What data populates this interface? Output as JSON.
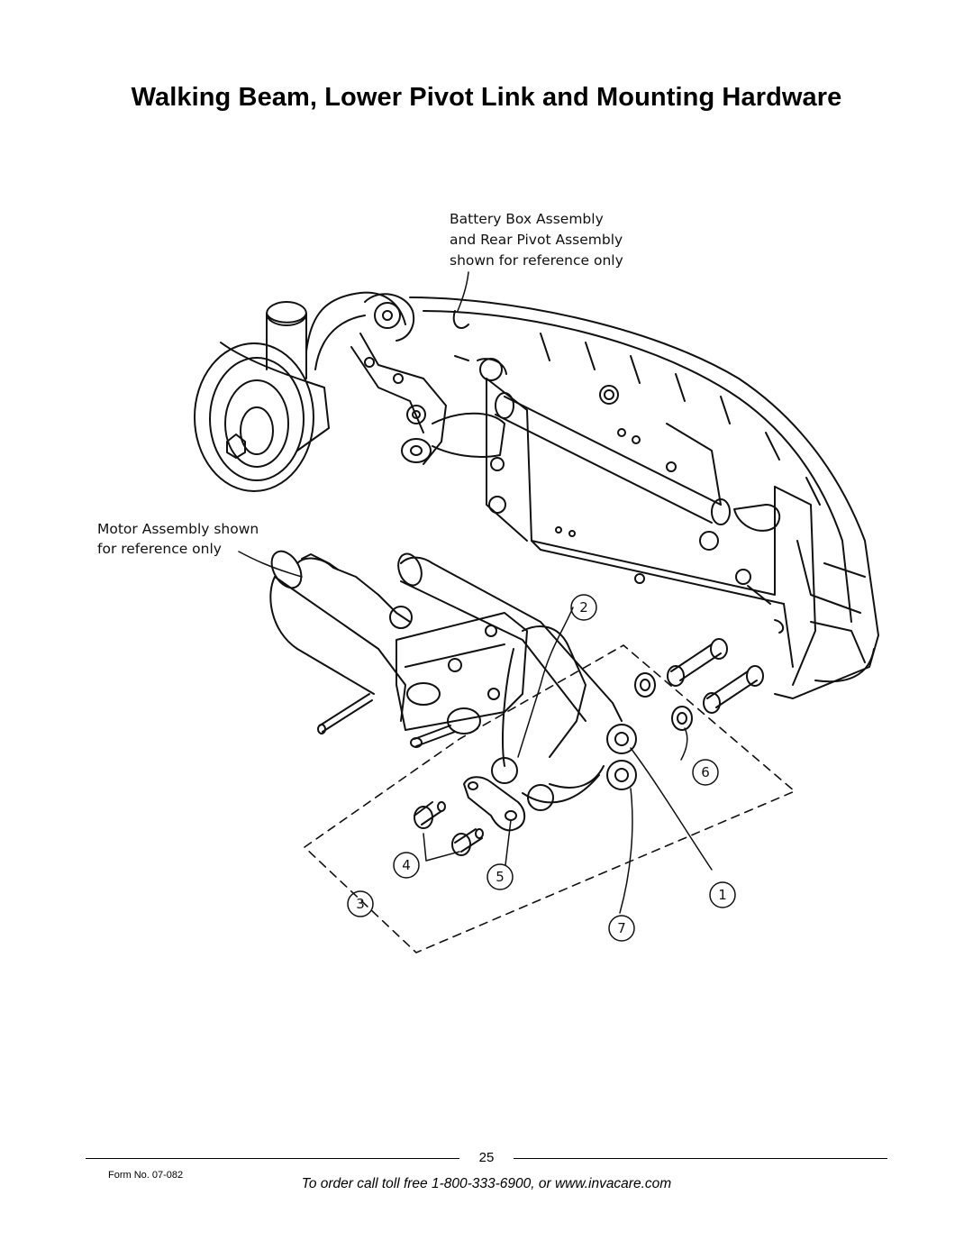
{
  "page": {
    "title": "Walking Beam, Lower Pivot Link and Mounting Hardware",
    "page_number": "25",
    "form_number": "Form No.  07-082",
    "order_line": "To order call toll free 1-800-333-6900, or www.invacare.com"
  },
  "callouts": {
    "battery_box": [
      "Battery Box Assembly",
      "and Rear Pivot Assembly",
      "shown for reference only"
    ],
    "motor": [
      "Motor Assembly shown",
      "for reference only"
    ]
  },
  "balloons": [
    {
      "id": "1",
      "label": "1"
    },
    {
      "id": "2",
      "label": "2"
    },
    {
      "id": "3",
      "label": "3"
    },
    {
      "id": "4",
      "label": "4"
    },
    {
      "id": "5",
      "label": "5"
    },
    {
      "id": "6",
      "label": "6"
    },
    {
      "id": "7",
      "label": "7"
    }
  ]
}
